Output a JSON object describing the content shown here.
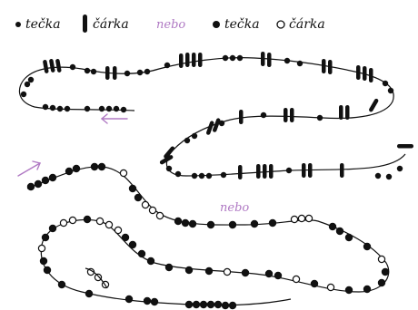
{
  "legend_1": {
    "dot_label": "tečka",
    "dash_label": "čárka"
  },
  "or_word_1": "nebo",
  "legend_2": {
    "dot_label": "tečka",
    "open_label": "čárka"
  },
  "or_word_2": "nebo",
  "colors": {
    "ink": "#111111",
    "accent": "#b07ac4",
    "paper": "#ffffff"
  }
}
